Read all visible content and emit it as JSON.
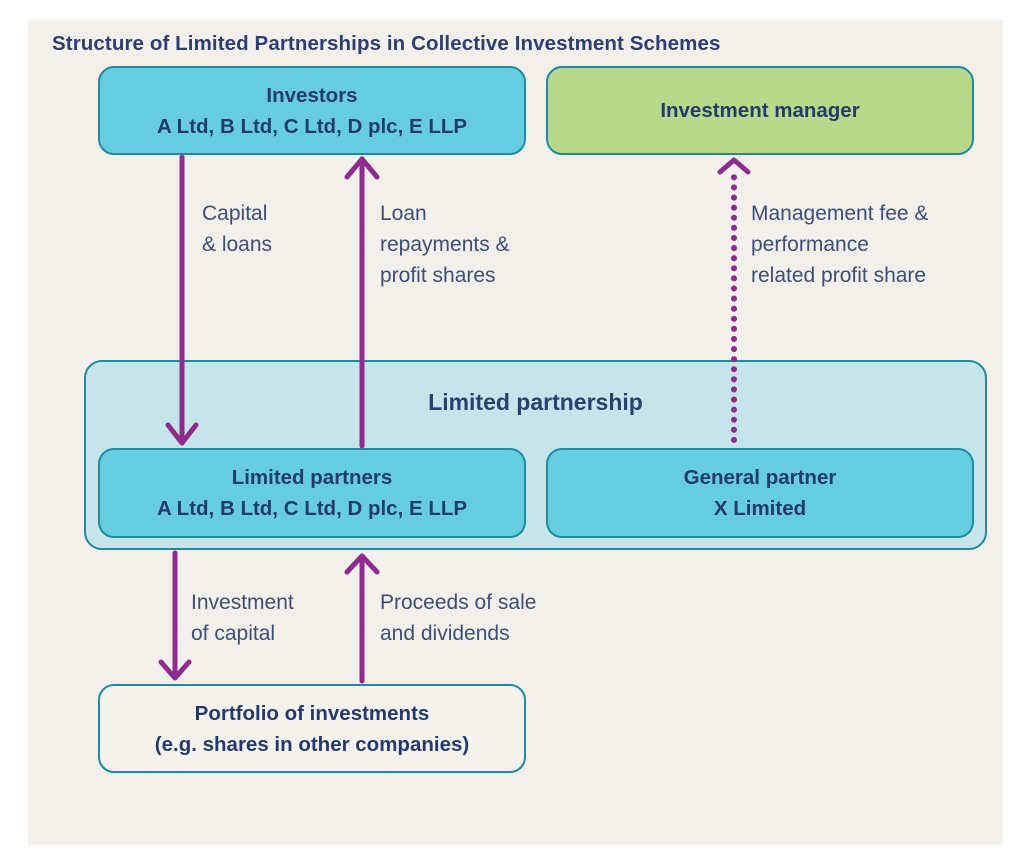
{
  "title": "Structure of Limited Partnerships in Collective Investment Schemes",
  "colors": {
    "arrow": "#8e2b8e",
    "box_border": "#1f8aa0",
    "box_cyan": "#66cde0",
    "box_green": "#b8d98c",
    "container_fill": "#c6e5ea",
    "text_dark": "#233a6e",
    "background": "#f3efea"
  },
  "nodes": {
    "investors": {
      "title": "Investors",
      "subtitle": "A Ltd, B Ltd, C Ltd, D plc, E LLP"
    },
    "investment_manager": {
      "title": "Investment manager"
    },
    "limited_partnership": {
      "title": "Limited partnership"
    },
    "limited_partners": {
      "title": "Limited partners",
      "subtitle": "A Ltd, B Ltd, C Ltd, D plc, E LLP"
    },
    "general_partner": {
      "title": "General partner",
      "subtitle": "X Limited"
    },
    "portfolio": {
      "title": "Portfolio of investments",
      "subtitle": "(e.g. shares in other companies)"
    }
  },
  "edges": [
    {
      "id": "capital-loans",
      "from": "investors",
      "to": "limited_partners",
      "style": "solid",
      "label_lines": [
        "Capital",
        "& loans"
      ]
    },
    {
      "id": "loan-repayments",
      "from": "limited_partners",
      "to": "investors",
      "style": "solid",
      "label_lines": [
        "Loan",
        "repayments &",
        "profit shares"
      ]
    },
    {
      "id": "management-fee",
      "from": "general_partner",
      "to": "investment_manager",
      "style": "dotted",
      "label_lines": [
        "Management fee &",
        "performance",
        "related profit share"
      ]
    },
    {
      "id": "investment-of-capital",
      "from": "limited_partners",
      "to": "portfolio",
      "style": "solid",
      "label_lines": [
        "Investment",
        "of capital"
      ]
    },
    {
      "id": "proceeds",
      "from": "portfolio",
      "to": "limited_partners",
      "style": "solid",
      "label_lines": [
        "Proceeds of sale",
        "and dividends"
      ]
    }
  ]
}
